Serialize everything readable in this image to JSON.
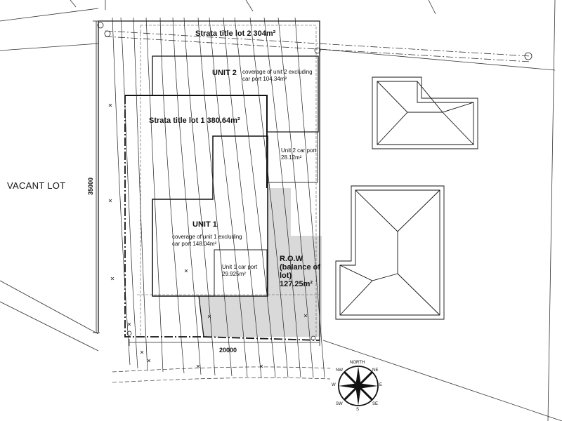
{
  "labels": {
    "vacant_lot": "VACANT LOT",
    "strata_lot_2": "Strata title lot 2 304m²",
    "strata_lot_1": "Strata title lot 1 380.64m²",
    "unit_2": "UNIT 2",
    "unit_2_coverage_line1": "coverage of unit 2 excluding",
    "unit_2_coverage_line2": "car port 104.34m²",
    "unit_2_carport_line1": "Unit 2 car port",
    "unit_2_carport_line2": "28.12m²",
    "unit_1": "UNIT 1",
    "unit_1_coverage_line1": "coverage of unit 1 excluding",
    "unit_1_coverage_line2": "car port 148.04m²",
    "unit_1_carport_line1": "Unit 1 car port",
    "unit_1_carport_line2": "29.925m²",
    "row_line1": "R.O.W",
    "row_line2": "(balance of",
    "row_line3": "lot)",
    "row_line4": "127.25m²"
  },
  "dimensions": {
    "depth": "35000",
    "width": "20000"
  },
  "compass": {
    "north": "NORTH",
    "ne": "NE",
    "e": "E",
    "se": "SE",
    "s": "S",
    "sw": "SW",
    "w": "W",
    "nw": "NW"
  },
  "colors": {
    "row_fill": "#d9d9d9",
    "line": "#1a1a1a"
  }
}
